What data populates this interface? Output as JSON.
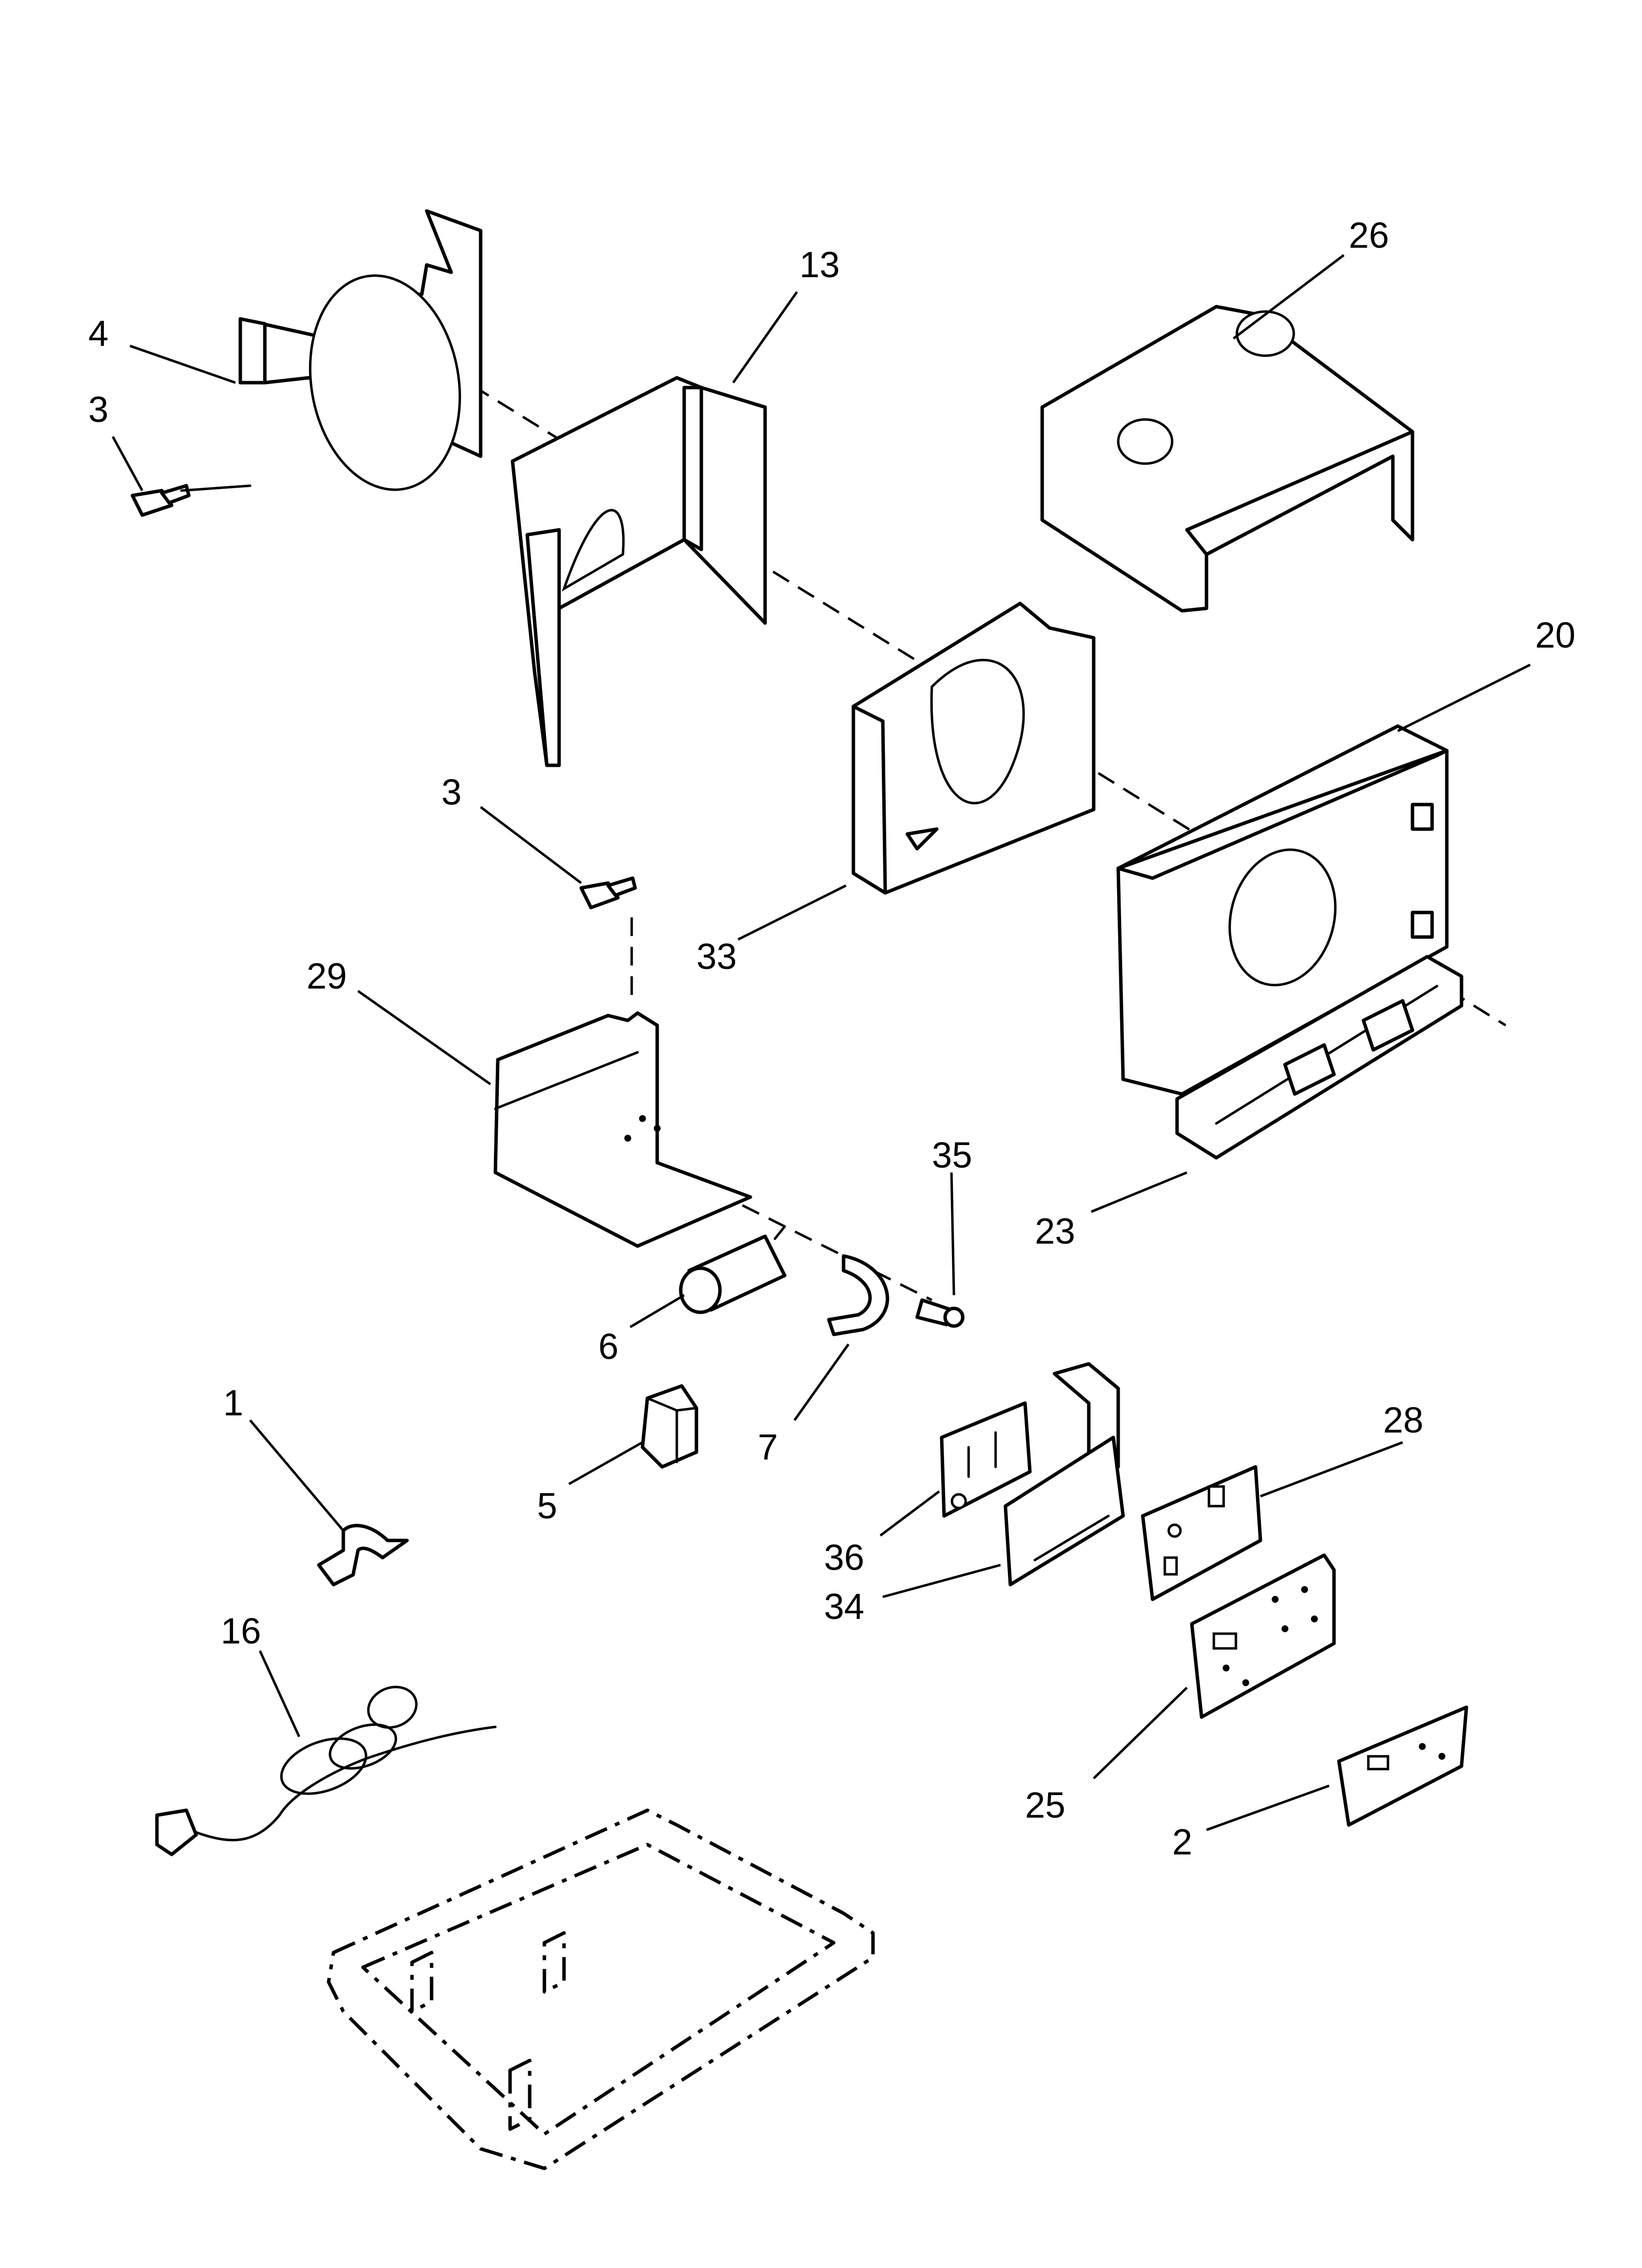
{
  "callouts": [
    {
      "id": "c-4a",
      "text": "4"
    },
    {
      "id": "c-3a",
      "text": "3"
    },
    {
      "id": "c-13",
      "text": "13"
    },
    {
      "id": "c-26",
      "text": "26"
    },
    {
      "id": "c-20",
      "text": "20"
    },
    {
      "id": "c-3b",
      "text": "3"
    },
    {
      "id": "c-33",
      "text": "33"
    },
    {
      "id": "c-29",
      "text": "29"
    },
    {
      "id": "c-35",
      "text": "35"
    },
    {
      "id": "c-23",
      "text": "23"
    },
    {
      "id": "c-6",
      "text": "6"
    },
    {
      "id": "c-7",
      "text": "7"
    },
    {
      "id": "c-1",
      "text": "1"
    },
    {
      "id": "c-5",
      "text": "5"
    },
    {
      "id": "c-28",
      "text": "28"
    },
    {
      "id": "c-36",
      "text": "36"
    },
    {
      "id": "c-34",
      "text": "34"
    },
    {
      "id": "c-16",
      "text": "16"
    },
    {
      "id": "c-25",
      "text": "25"
    },
    {
      "id": "c-2",
      "text": "2"
    }
  ]
}
